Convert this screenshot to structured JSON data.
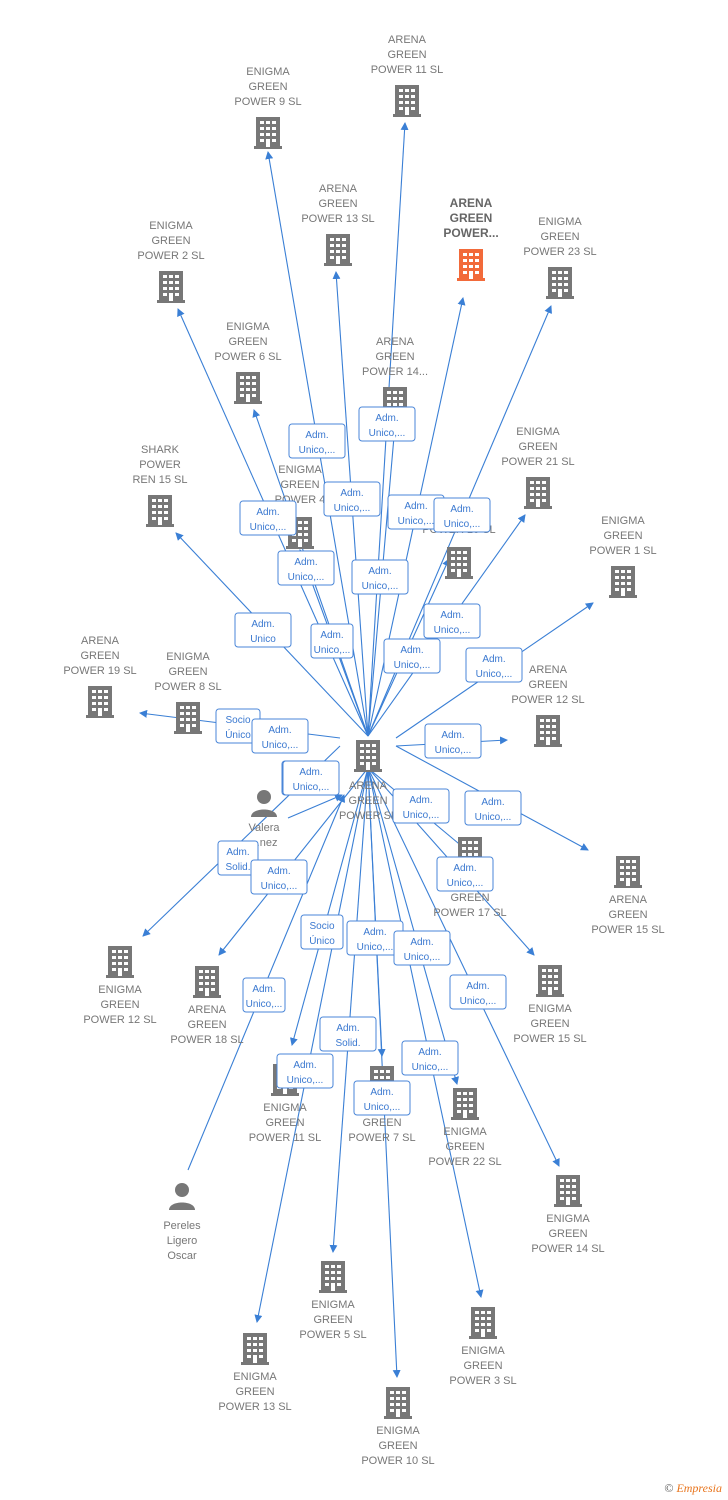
{
  "center": {
    "id": "c",
    "lines": [
      "ARENA",
      "GREEN",
      "POWER  SL"
    ]
  },
  "nodes": [
    {
      "id": "n1",
      "type": "company",
      "lines": [
        "ARENA",
        "GREEN",
        "POWER 11  SL"
      ]
    },
    {
      "id": "n2",
      "type": "company",
      "lines": [
        "ENIGMA",
        "GREEN",
        "POWER 9  SL"
      ]
    },
    {
      "id": "n3",
      "type": "company",
      "lines": [
        "ARENA",
        "GREEN",
        "POWER 13  SL"
      ]
    },
    {
      "id": "n4",
      "type": "company",
      "highlight": true,
      "lines": [
        "ARENA",
        "GREEN",
        "POWER..."
      ]
    },
    {
      "id": "n5",
      "type": "company",
      "lines": [
        "ENIGMA",
        "GREEN",
        "POWER 23  SL"
      ]
    },
    {
      "id": "n6",
      "type": "company",
      "lines": [
        "ENIGMA",
        "GREEN",
        "POWER 2  SL"
      ]
    },
    {
      "id": "n7",
      "type": "company",
      "lines": [
        "ENIGMA",
        "GREEN",
        "POWER 6  SL"
      ]
    },
    {
      "id": "n8",
      "type": "company",
      "lines": [
        "ARENA",
        "GREEN",
        "POWER 14..."
      ]
    },
    {
      "id": "n9",
      "type": "company",
      "lines": [
        "ENIGMA",
        "GREEN",
        "POWER 21  SL"
      ]
    },
    {
      "id": "n10",
      "type": "company",
      "lines": [
        "SHARK",
        "POWER",
        "REN 15  SL"
      ]
    },
    {
      "id": "n11",
      "type": "company",
      "lines": [
        "ENIGMA",
        "GREEN",
        "POWER 4"
      ]
    },
    {
      "id": "n12",
      "type": "company",
      "lines": [
        "POWER 16  SL"
      ]
    },
    {
      "id": "n13",
      "type": "company",
      "lines": [
        "ENIGMA",
        "GREEN",
        "POWER 1  SL"
      ]
    },
    {
      "id": "n14",
      "type": "company",
      "lines": [
        "ARENA",
        "GREEN",
        "POWER 19  SL"
      ]
    },
    {
      "id": "n15",
      "type": "company",
      "lines": [
        "ENIGMA",
        "GREEN",
        "POWER 8  SL"
      ]
    },
    {
      "id": "n16",
      "type": "company",
      "lines": [
        "ARENA",
        "GREEN",
        "POWER 12  SL"
      ]
    },
    {
      "id": "n17",
      "type": "person",
      "lines": [
        "Valera",
        "...nez",
        "..."
      ]
    },
    {
      "id": "n18",
      "type": "company",
      "lines": [
        "GREEN",
        "POWER 17  SL"
      ]
    },
    {
      "id": "n19",
      "type": "company",
      "lines": [
        "ARENA",
        "GREEN",
        "POWER 15  SL"
      ]
    },
    {
      "id": "n20",
      "type": "company",
      "lines": [
        "ENIGMA",
        "GREEN",
        "POWER 12  SL"
      ]
    },
    {
      "id": "n21",
      "type": "company",
      "lines": [
        "ARENA",
        "GREEN",
        "POWER 18  SL"
      ]
    },
    {
      "id": "n22",
      "type": "company",
      "lines": [
        "ENIGMA",
        "GREEN",
        "POWER 15  SL"
      ]
    },
    {
      "id": "n23",
      "type": "company",
      "lines": [
        "ENIGMA",
        "GREEN",
        "POWER 11  SL"
      ]
    },
    {
      "id": "n24",
      "type": "company",
      "lines": [
        "GREEN",
        "POWER 7  SL"
      ]
    },
    {
      "id": "n25",
      "type": "company",
      "lines": [
        "ENIGMA",
        "GREEN",
        "POWER 22  SL"
      ]
    },
    {
      "id": "n26",
      "type": "company",
      "lines": [
        "ENIGMA",
        "GREEN",
        "POWER 14  SL"
      ]
    },
    {
      "id": "n27",
      "type": "person",
      "lines": [
        "Pereles",
        "Ligero",
        "Oscar"
      ]
    },
    {
      "id": "n28",
      "type": "company",
      "lines": [
        "ENIGMA",
        "GREEN",
        "POWER 5  SL"
      ]
    },
    {
      "id": "n29",
      "type": "company",
      "lines": [
        "ENIGMA",
        "GREEN",
        "POWER 3  SL"
      ]
    },
    {
      "id": "n30",
      "type": "company",
      "lines": [
        "ENIGMA",
        "GREEN",
        "POWER 13  SL"
      ]
    },
    {
      "id": "n31",
      "type": "company",
      "lines": [
        "ENIGMA",
        "GREEN",
        "POWER 10  SL"
      ]
    }
  ],
  "edges": [
    {
      "from": "c",
      "to": "n1"
    },
    {
      "from": "c",
      "to": "n2"
    },
    {
      "from": "c",
      "to": "n3"
    },
    {
      "from": "c",
      "to": "n4"
    },
    {
      "from": "c",
      "to": "n5"
    },
    {
      "from": "c",
      "to": "n6"
    },
    {
      "from": "c",
      "to": "n7"
    },
    {
      "from": "c",
      "to": "n8"
    },
    {
      "from": "c",
      "to": "n9"
    },
    {
      "from": "c",
      "to": "n10"
    },
    {
      "from": "c",
      "to": "n11"
    },
    {
      "from": "c",
      "to": "n12"
    },
    {
      "from": "c",
      "to": "n13"
    },
    {
      "from": "c",
      "to": "n14"
    },
    {
      "from": "c",
      "to": "n16"
    },
    {
      "from": "n17",
      "to": "c"
    },
    {
      "from": "c",
      "to": "n18"
    },
    {
      "from": "c",
      "to": "n19"
    },
    {
      "from": "c",
      "to": "n20"
    },
    {
      "from": "c",
      "to": "n21"
    },
    {
      "from": "c",
      "to": "n22"
    },
    {
      "from": "c",
      "to": "n23"
    },
    {
      "from": "c",
      "to": "n24"
    },
    {
      "from": "c",
      "to": "n25"
    },
    {
      "from": "c",
      "to": "n26"
    },
    {
      "from": "n27",
      "to": "c"
    },
    {
      "from": "c",
      "to": "n28"
    },
    {
      "from": "c",
      "to": "n29"
    },
    {
      "from": "c",
      "to": "n30"
    },
    {
      "from": "c",
      "to": "n31"
    }
  ],
  "relations": [
    {
      "lines": [
        "Adm.",
        "Unico,..."
      ]
    },
    {
      "lines": [
        "Adm.",
        "Unico,..."
      ]
    },
    {
      "lines": [
        "Adm.",
        "Unico,..."
      ]
    },
    {
      "lines": [
        "Adm.",
        "Unico,..."
      ]
    },
    {
      "lines": [
        "Adm.",
        "Unico,..."
      ]
    },
    {
      "lines": [
        "Adm.",
        "Unico,..."
      ]
    },
    {
      "lines": [
        "Adm.",
        "Unico,..."
      ]
    },
    {
      "lines": [
        "Adm.",
        "Unico,..."
      ]
    },
    {
      "lines": [
        "Adm.",
        "Unico,..."
      ]
    },
    {
      "lines": [
        "Adm.",
        "Unico"
      ]
    },
    {
      "lines": [
        "Adm.",
        "Unico,..."
      ]
    },
    {
      "lines": [
        "Adm.",
        "Unico,..."
      ]
    },
    {
      "lines": [
        "Adm.",
        "Unico,..."
      ]
    },
    {
      "lines": [
        "Adm.",
        "Unico,..."
      ]
    },
    {
      "lines": [
        "Socio",
        "Único"
      ]
    },
    {
      "lines": [
        "Adm.",
        "Unico,..."
      ]
    },
    {
      "lines": [
        "Adm.",
        "Unico,..."
      ]
    },
    {
      "lines": [
        "Adm.",
        "Solid."
      ]
    },
    {
      "lines": [
        "Adm.",
        "Unico,..."
      ]
    },
    {
      "lines": [
        "Adm.",
        "Unico,..."
      ]
    },
    {
      "lines": [
        "Adm.",
        "Unico,..."
      ]
    },
    {
      "lines": [
        "Adm.",
        "Unico,..."
      ]
    },
    {
      "lines": [
        "Socio",
        "Único"
      ]
    },
    {
      "lines": [
        "Adm.",
        "Unico,..."
      ]
    },
    {
      "lines": [
        "Adm.",
        "Unico,..."
      ]
    },
    {
      "lines": [
        "Adm.",
        "Unico,..."
      ]
    },
    {
      "lines": [
        "Adm.",
        "Unico,..."
      ]
    },
    {
      "lines": [
        "Adm.",
        "Solid."
      ]
    },
    {
      "lines": [
        "Adm.",
        "Unico,..."
      ]
    },
    {
      "lines": [
        "Adm.",
        "Unico,..."
      ]
    },
    {
      "lines": [
        "Adm.",
        "Unico,..."
      ]
    },
    {
      "lines": [
        "Adm.",
        "Unico,..."
      ]
    }
  ],
  "colors": {
    "edge": "#3a7fd5",
    "icon": "#777777",
    "highlight": "#f26a3a"
  },
  "footer": {
    "copyright": "©",
    "brand": "Empresia"
  }
}
